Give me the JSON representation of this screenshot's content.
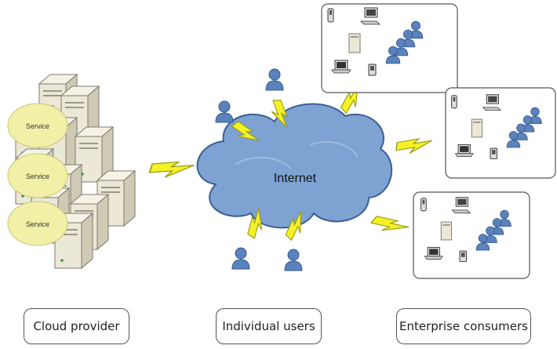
{
  "diagram": {
    "cloud_label": "Internet",
    "service_label": "Service",
    "captions": {
      "cloud_provider": "Cloud provider",
      "individual_users": "Individual users",
      "enterprise_consumers": "Enterprise consumers"
    }
  },
  "colors": {
    "cloud_fill": "#7ea3d3",
    "cloud_stroke": "#3a5f93",
    "service_fill": "#f2f0a6",
    "bolt_fill": "#f4f225",
    "user_fill": "#5a82bd",
    "server_fill": "#ece8d8"
  }
}
